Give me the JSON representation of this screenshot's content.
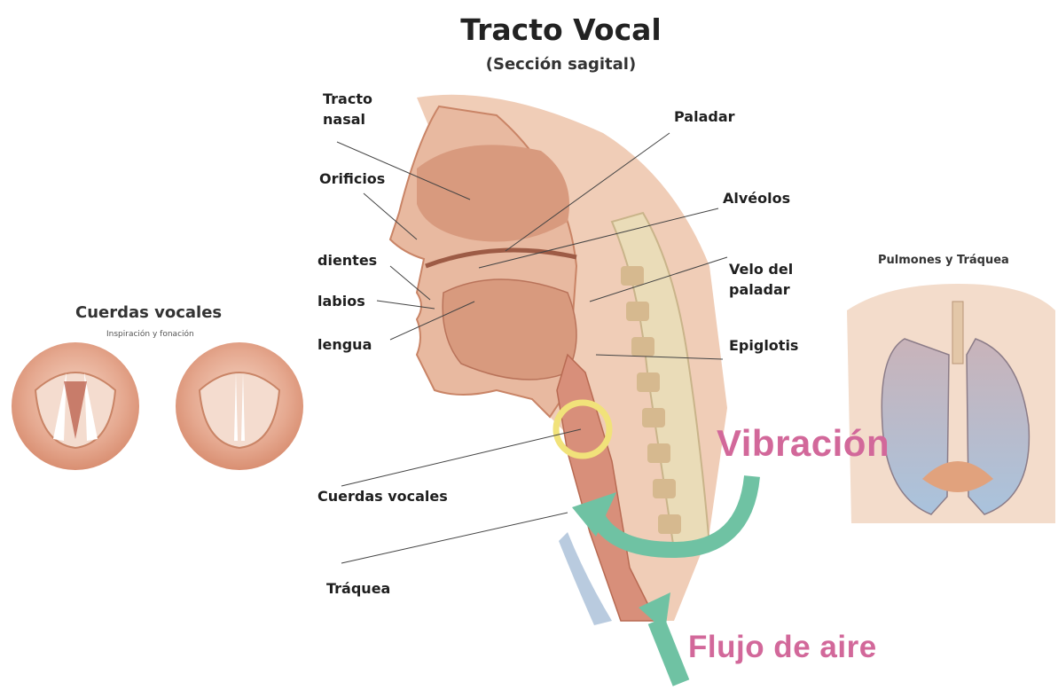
{
  "title": "Tracto Vocal",
  "subtitle": "(Sección sagital)",
  "labels": {
    "tracto_nasal": "Tracto\nnasal",
    "paladar": "Paladar",
    "orificios": "Orificios",
    "alveolos": "Alvéolos",
    "dientes": "dientes",
    "velo": "Velo del\npaladar",
    "labios": "labios",
    "lengua": "lengua",
    "epiglotis": "Epiglotis",
    "cuerdas": "Cuerdas vocales",
    "traquea": "Tráquea"
  },
  "left_panel": {
    "title": "Cuerdas vocales",
    "subtitle": "Inspiración y fonación"
  },
  "right_panel": {
    "title": "Pulmones y Tráquea"
  },
  "annotations": {
    "vibracion": "Vibración",
    "flujo": "Flujo de aire"
  },
  "colors": {
    "tissue": "#e8b9a0",
    "tissue_dark": "#c98466",
    "bone": "#eadcb8",
    "highlight_ring": "#f1e27a",
    "arrow": "#6fc2a3",
    "pink_text": "#d2689a"
  }
}
